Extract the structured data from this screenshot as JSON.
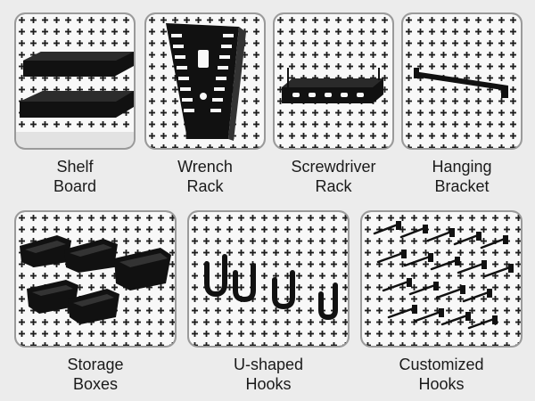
{
  "items": [
    {
      "id": "shelf-board",
      "line1": "Shelf",
      "line2": "Board"
    },
    {
      "id": "wrench-rack",
      "line1": "Wrench",
      "line2": "Rack"
    },
    {
      "id": "screwdriver-rack",
      "line1": "Screwdriver",
      "line2": "Rack"
    },
    {
      "id": "hanging-bracket",
      "line1": "Hanging",
      "line2": "Bracket"
    },
    {
      "id": "storage-boxes",
      "line1": "Storage",
      "line2": "Boxes"
    },
    {
      "id": "u-shaped-hooks",
      "line1": "U-shaped",
      "line2": "Hooks"
    },
    {
      "id": "customized-hooks",
      "line1": "Customized",
      "line2": "Hooks"
    }
  ],
  "colors": {
    "background": "#ececec",
    "board": "#f8f8f8",
    "accessory": "#151515",
    "border": "#9a9a9a"
  }
}
